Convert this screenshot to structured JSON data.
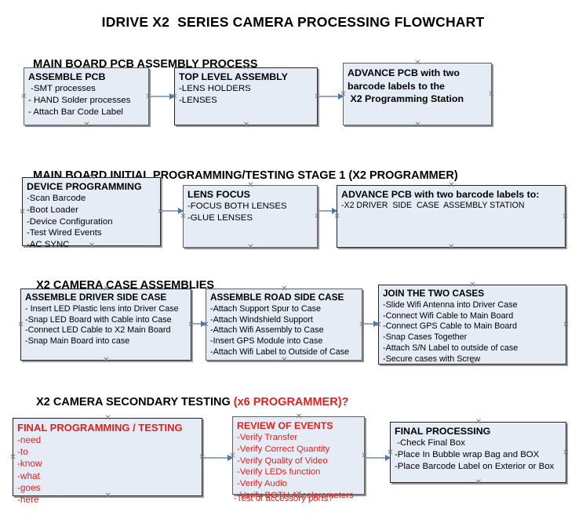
{
  "title": "IDRIVE X2  SERIES CAMERA PROCESSING FLOWCHART",
  "sections": [
    {
      "id": "main-board-pcb-assembly-process",
      "header": "MAIN BOARD PCB ASSEMBLY PROCESS",
      "header_accent": ""
    },
    {
      "id": "main-board-initial-programming",
      "header": "MAIN BOARD INITIAL PROGRAMMING/TESTING STAGE 1 (X2 PROGRAMMER)",
      "header_accent": ""
    },
    {
      "id": "x2-camera-case-assemblies",
      "header": "X2 CAMERA CASE ASSEMBLIES",
      "header_accent": ""
    },
    {
      "id": "x2-camera-secondary-testing",
      "header": "X2 CAMERA SECONDARY TESTING ",
      "header_accent": "(x6 PROGRAMMER)?"
    }
  ],
  "boxes": {
    "assemble_pcb": {
      "title": "ASSEMBLE PCB",
      "lines": [
        " -SMT processes",
        "- HAND Solder processes",
        "- Attach Bar Code Label"
      ]
    },
    "top_level_assembly": {
      "title": "TOP LEVEL ASSEMBLY",
      "lines": [
        "-LENS HOLDERS",
        "-LENSES"
      ]
    },
    "advance_pcb_1": {
      "title": "ADVANCE PCB with two\nbarcode labels to the\n X2 Programming Station",
      "lines": []
    },
    "device_programming": {
      "title": "DEVICE PROGRAMMING",
      "lines": [
        "-Scan Barcode",
        "-Boot Loader",
        "-Device Configuration",
        "-Test Wired Events",
        "-AC SYNC"
      ]
    },
    "lens_focus": {
      "title": "LENS FOCUS",
      "lines": [
        "-FOCUS BOTH LENSES",
        "-GLUE LENSES"
      ]
    },
    "advance_pcb_2": {
      "title": "ADVANCE PCB with two barcode labels to:",
      "lines": [
        "-X2 DRIVER  SIDE  CASE  ASSEMBLY STATION"
      ]
    },
    "assemble_driver_side_case": {
      "title": "ASSEMBLE DRIVER SIDE CASE",
      "lines": [
        "- Insert LED Plastic lens into Driver Case",
        "-Snap LED Board with Cable into Case",
        "-Connect LED Cable to X2 Main Board",
        "-Snap Main Board into case"
      ]
    },
    "assemble_road_side_case": {
      "title": "ASSEMBLE ROAD SIDE CASE",
      "lines": [
        "-Attach Support Spur to Case",
        "-Attach Windshield Support",
        "-Attach Wifi Assembly to Case",
        "-Insert GPS Module into Case",
        "-Attach Wifi Label to Outside of Case"
      ]
    },
    "join_the_two_cases": {
      "title": "JOIN THE TWO CASES",
      "lines": [
        "-Slide Wifi Antenna into Driver Case",
        "-Connect Wifi Cable to Main Board",
        "-Connect GPS Cable to Main Board",
        "-Snap Cases Together",
        "-Attach S/N Label to outside of case",
        "-Secure cases with Screw"
      ]
    },
    "final_programming_testing": {
      "title": "FINAL PROGRAMMING / TESTING",
      "lines": [
        "-need",
        "-to",
        "-know",
        "-what",
        "-goes",
        "-here"
      ]
    },
    "review_of_events": {
      "title": "REVIEW OF EVENTS",
      "lines": [
        "-Verify Transfer",
        "-Verify Correct Quantity",
        "-Verify Quality of Video",
        "-Verify LEDs function",
        "-Verify Audio",
        "-Verify BOTH Accelerometers"
      ],
      "overflow_line": "-Test of accessory ports?"
    },
    "final_processing": {
      "title": "FINAL PROCESSING",
      "lines": [
        " -Check Final Box",
        "-Place In Bubble wrap Bag and BOX",
        "-Place Barcode Label on Exterior or Box"
      ]
    }
  },
  "colors": {
    "box_fill": "#e6ecf5",
    "box_border": "#232323",
    "connector": "#8fa8c4",
    "arrow_head": "#4a77aa",
    "accent_red": "#e02020",
    "text": "#000000"
  },
  "handle_glyph": "✕"
}
